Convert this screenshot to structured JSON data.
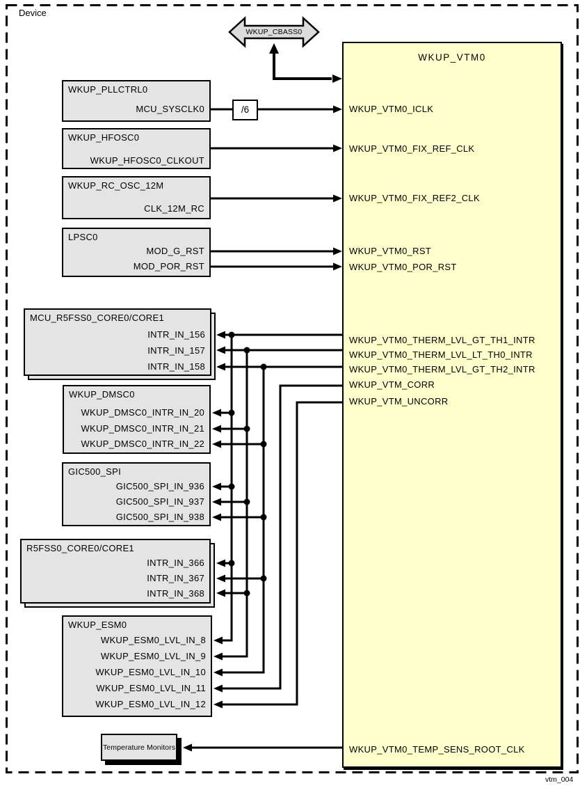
{
  "device_label": "Device",
  "figure_id": "vtm_004",
  "bus": {
    "label": "WKUP_CBASS0"
  },
  "divider": {
    "label": "/6"
  },
  "vtm": {
    "title": "WKUP_VTM0",
    "ports": [
      "WKUP_VTM0_ICLK",
      "WKUP_VTM0_FIX_REF_CLK",
      "WKUP_VTM0_FIX_REF2_CLK",
      "WKUP_VTM0_RST",
      "WKUP_VTM0_POR_RST",
      "WKUP_VTM0_THERM_LVL_GT_TH1_INTR",
      "WKUP_VTM0_THERM_LVL_LT_TH0_INTR",
      "WKUP_VTM0_THERM_LVL_GT_TH2_INTR",
      "WKUP_VTM_CORR",
      "WKUP_VTM_UNCORR",
      "WKUP_VTM0_TEMP_SENS_ROOT_CLK"
    ]
  },
  "blocks": {
    "pllctrl0": {
      "title": "WKUP_PLLCTRL0",
      "ports": [
        "MCU_SYSCLK0"
      ]
    },
    "hfosc0": {
      "title": "WKUP_HFOSC0",
      "ports": [
        "WKUP_HFOSC0_CLKOUT"
      ]
    },
    "rcosc": {
      "title": "WKUP_RC_OSC_12M",
      "ports": [
        "CLK_12M_RC"
      ]
    },
    "lpsc0": {
      "title": "LPSC0",
      "ports": [
        "MOD_G_RST",
        "MOD_POR_RST"
      ]
    },
    "mcu_r5fss0": {
      "title": "MCU_R5FSS0_CORE0/CORE1",
      "ports": [
        "INTR_IN_156",
        "INTR_IN_157",
        "INTR_IN_158"
      ]
    },
    "dmsc0": {
      "title": "WKUP_DMSC0",
      "ports": [
        "WKUP_DMSC0_INTR_IN_20",
        "WKUP_DMSC0_INTR_IN_21",
        "WKUP_DMSC0_INTR_IN_22"
      ]
    },
    "gic500": {
      "title": "GIC500_SPI",
      "ports": [
        "GIC500_SPI_IN_936",
        "GIC500_SPI_IN_937",
        "GIC500_SPI_IN_938"
      ]
    },
    "r5fss0": {
      "title": "R5FSS0_CORE0/CORE1",
      "ports": [
        "INTR_IN_366",
        "INTR_IN_367",
        "INTR_IN_368"
      ]
    },
    "esm0": {
      "title": "WKUP_ESM0",
      "ports": [
        "WKUP_ESM0_LVL_IN_8",
        "WKUP_ESM0_LVL_IN_9",
        "WKUP_ESM0_LVL_IN_10",
        "WKUP_ESM0_LVL_IN_11",
        "WKUP_ESM0_LVL_IN_12"
      ]
    },
    "temp_monitors": {
      "title": "Temperature Monitors"
    }
  },
  "connections": [
    {
      "from": "WKUP_CBASS0",
      "to": "WKUP_VTM0",
      "bidirectional": true,
      "type": "bus"
    },
    {
      "from": "WKUP_PLLCTRL0.MCU_SYSCLK0",
      "via": "/6",
      "to": "WKUP_VTM0.WKUP_VTM0_ICLK"
    },
    {
      "from": "WKUP_HFOSC0.WKUP_HFOSC0_CLKOUT",
      "to": "WKUP_VTM0.WKUP_VTM0_FIX_REF_CLK"
    },
    {
      "from": "WKUP_RC_OSC_12M.CLK_12M_RC",
      "to": "WKUP_VTM0.WKUP_VTM0_FIX_REF2_CLK"
    },
    {
      "from": "LPSC0.MOD_G_RST",
      "to": "WKUP_VTM0.WKUP_VTM0_RST"
    },
    {
      "from": "LPSC0.MOD_POR_RST",
      "to": "WKUP_VTM0.WKUP_VTM0_POR_RST"
    },
    {
      "from": "WKUP_VTM0.WKUP_VTM0_THERM_LVL_GT_TH1_INTR",
      "to": [
        "MCU_R5FSS0_CORE0/CORE1.INTR_IN_156",
        "WKUP_DMSC0.WKUP_DMSC0_INTR_IN_20",
        "GIC500_SPI.GIC500_SPI_IN_936",
        "R5FSS0_CORE0/CORE1.INTR_IN_366",
        "WKUP_ESM0.WKUP_ESM0_LVL_IN_8"
      ]
    },
    {
      "from": "WKUP_VTM0.WKUP_VTM0_THERM_LVL_LT_TH0_INTR",
      "to": [
        "MCU_R5FSS0_CORE0/CORE1.INTR_IN_157",
        "WKUP_DMSC0.WKUP_DMSC0_INTR_IN_21",
        "GIC500_SPI.GIC500_SPI_IN_937",
        "R5FSS0_CORE0/CORE1.INTR_IN_368",
        "WKUP_ESM0.WKUP_ESM0_LVL_IN_9"
      ]
    },
    {
      "from": "WKUP_VTM0.WKUP_VTM0_THERM_LVL_GT_TH2_INTR",
      "to": [
        "MCU_R5FSS0_CORE0/CORE1.INTR_IN_158",
        "WKUP_DMSC0.WKUP_DMSC0_INTR_IN_22",
        "GIC500_SPI.GIC500_SPI_IN_938",
        "R5FSS0_CORE0/CORE1.INTR_IN_367",
        "WKUP_ESM0.WKUP_ESM0_LVL_IN_10"
      ]
    },
    {
      "from": "WKUP_VTM0.WKUP_VTM_CORR",
      "to": [
        "WKUP_ESM0.WKUP_ESM0_LVL_IN_11"
      ]
    },
    {
      "from": "WKUP_VTM0.WKUP_VTM_UNCORR",
      "to": [
        "WKUP_ESM0.WKUP_ESM0_LVL_IN_12"
      ]
    },
    {
      "from": "WKUP_VTM0.WKUP_VTM0_TEMP_SENS_ROOT_CLK",
      "to": [
        "Temperature Monitors"
      ]
    }
  ],
  "colors": {
    "vtm_fill": "#FFFFCC",
    "block_fill": "#E4E4E4",
    "bus_fill": "#DCDCDC",
    "line": "#000000"
  }
}
